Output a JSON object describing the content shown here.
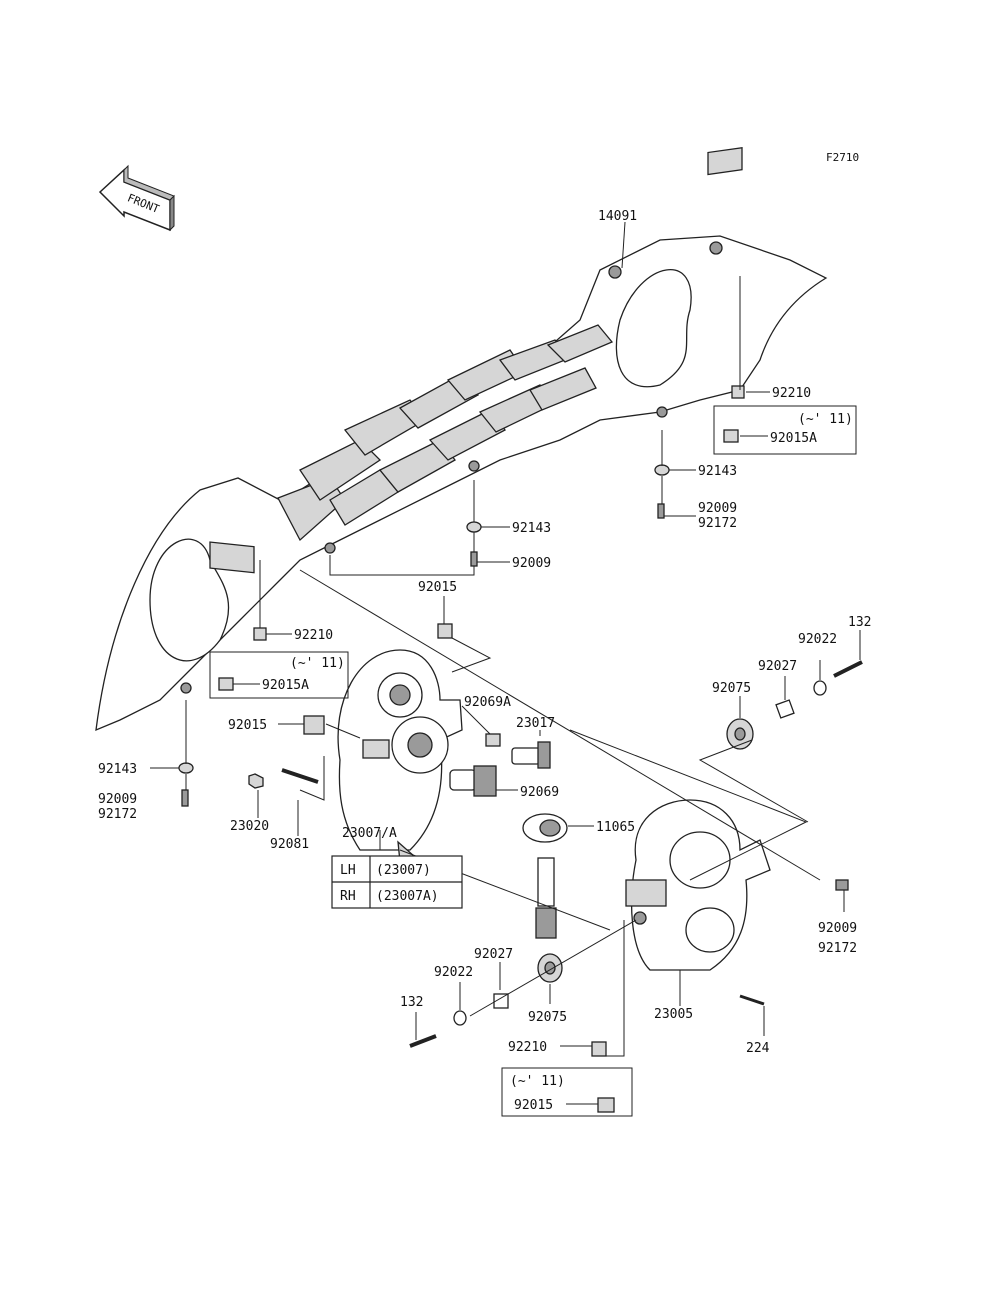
{
  "figure_code": "F2710",
  "front_arrow_text": "FRONT",
  "labels": {
    "p14091": "14091",
    "p92210_a": "92210",
    "p92015A_a": "92015A",
    "note_a": "(~' 11)",
    "p92143_a": "92143",
    "p92009_a": "92009",
    "p92172_a": "92172",
    "p92143_b": "92143",
    "p92009_b": "92009",
    "p92015_a": "92015",
    "p92210_b": "92210",
    "note_b": "(~' 11)",
    "p92015A_b": "92015A",
    "p92015_b": "92015",
    "p92069A": "92069A",
    "p23017": "23017",
    "p92069": "92069",
    "p11065": "11065",
    "p92143_c": "92143",
    "p92009_c": "92009",
    "p92172_c": "92172",
    "p23020": "23020",
    "p92081": "92081",
    "p23007A": "23007/A",
    "p132_a": "132",
    "p92022_a": "92022",
    "p92027_a": "92027",
    "p92075_a": "92075",
    "p92009_d": "92009",
    "p92172_d": "92172",
    "p92027_b": "92027",
    "p92022_b": "92022",
    "p132_b": "132",
    "p92075_b": "92075",
    "p23005": "23005",
    "p224": "224",
    "p92210_c": "92210",
    "note_c": "(~' 11)",
    "p92015_c": "92015"
  },
  "side_table": {
    "rows": [
      {
        "side": "LH",
        "part": "(23007)"
      },
      {
        "side": "RH",
        "part": "(23007A)"
      }
    ]
  }
}
